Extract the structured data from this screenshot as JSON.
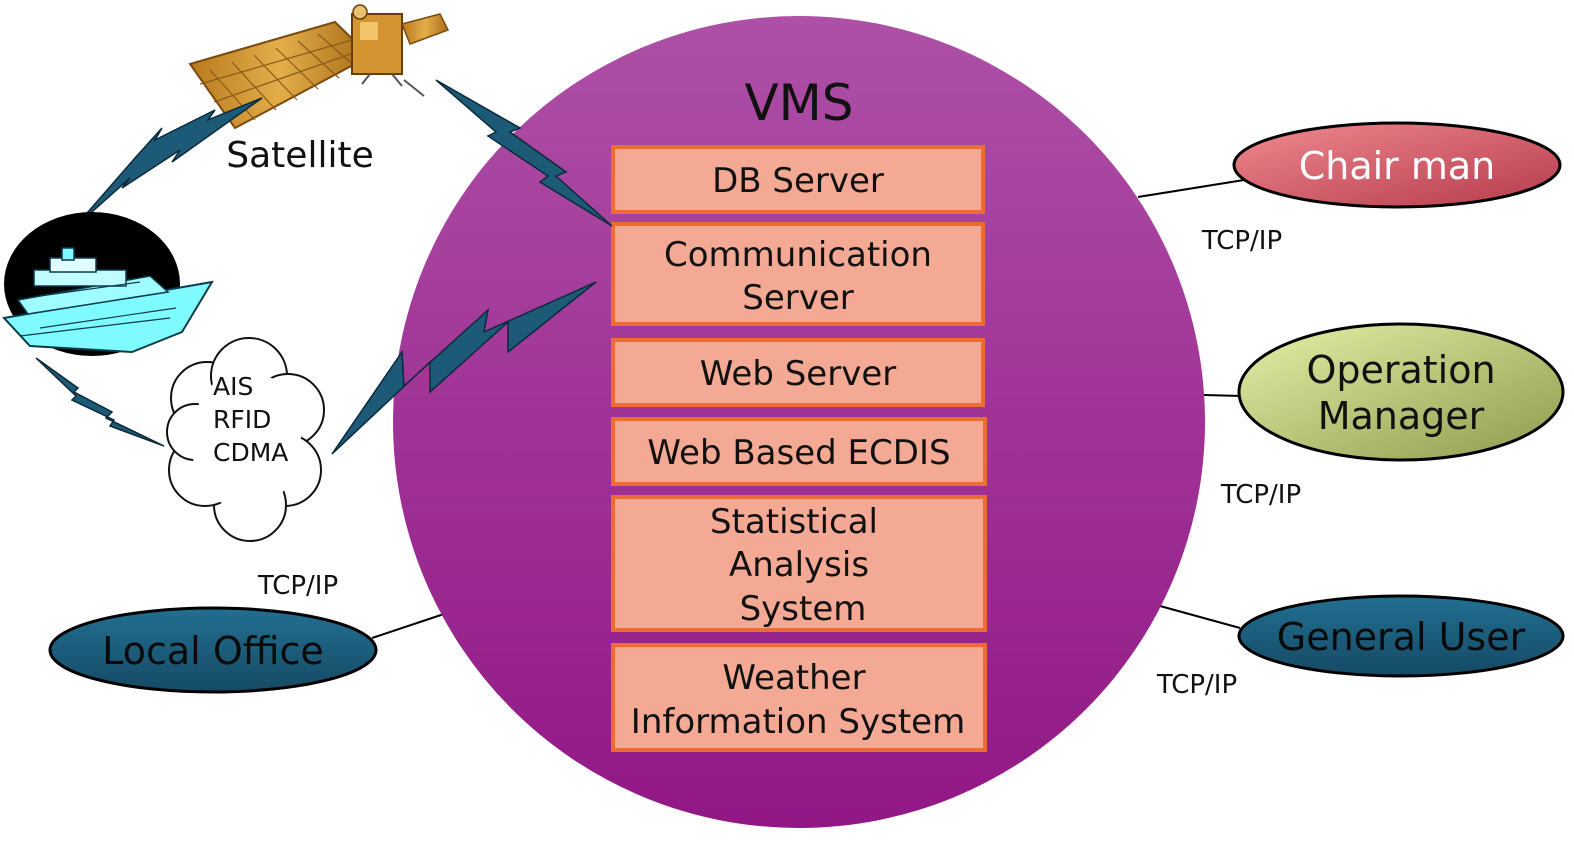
{
  "vms": {
    "title": "VMS",
    "modules": [
      [
        "DB Server"
      ],
      [
        "Communication",
        "Server"
      ],
      [
        "Web Server"
      ],
      [
        "Web Based ECDIS"
      ],
      [
        "Statistical",
        "Analysis",
        "System"
      ],
      [
        "Weather",
        "Information System"
      ]
    ]
  },
  "satellite_label": "Satellite",
  "cloud_lines": [
    "AIS",
    "RFID",
    "CDMA"
  ],
  "users": {
    "local_office": "Local Office",
    "chair_man": "Chair man",
    "operation_manager": [
      "Operation",
      "Manager"
    ],
    "general_user": "General User"
  },
  "protocol": "TCP/IP",
  "colors": {
    "vms_circle_top": "#ab4ba2",
    "vms_circle_bottom": "#941989",
    "module_fill": "#f3a994",
    "module_border": "#ec6c34",
    "lightning": "#1c5a78",
    "chair_man": "#cc5566",
    "operation_manager": "#c3d27a",
    "user_blue": "#1d5f7e",
    "ship_hull": "#7ffbff"
  }
}
